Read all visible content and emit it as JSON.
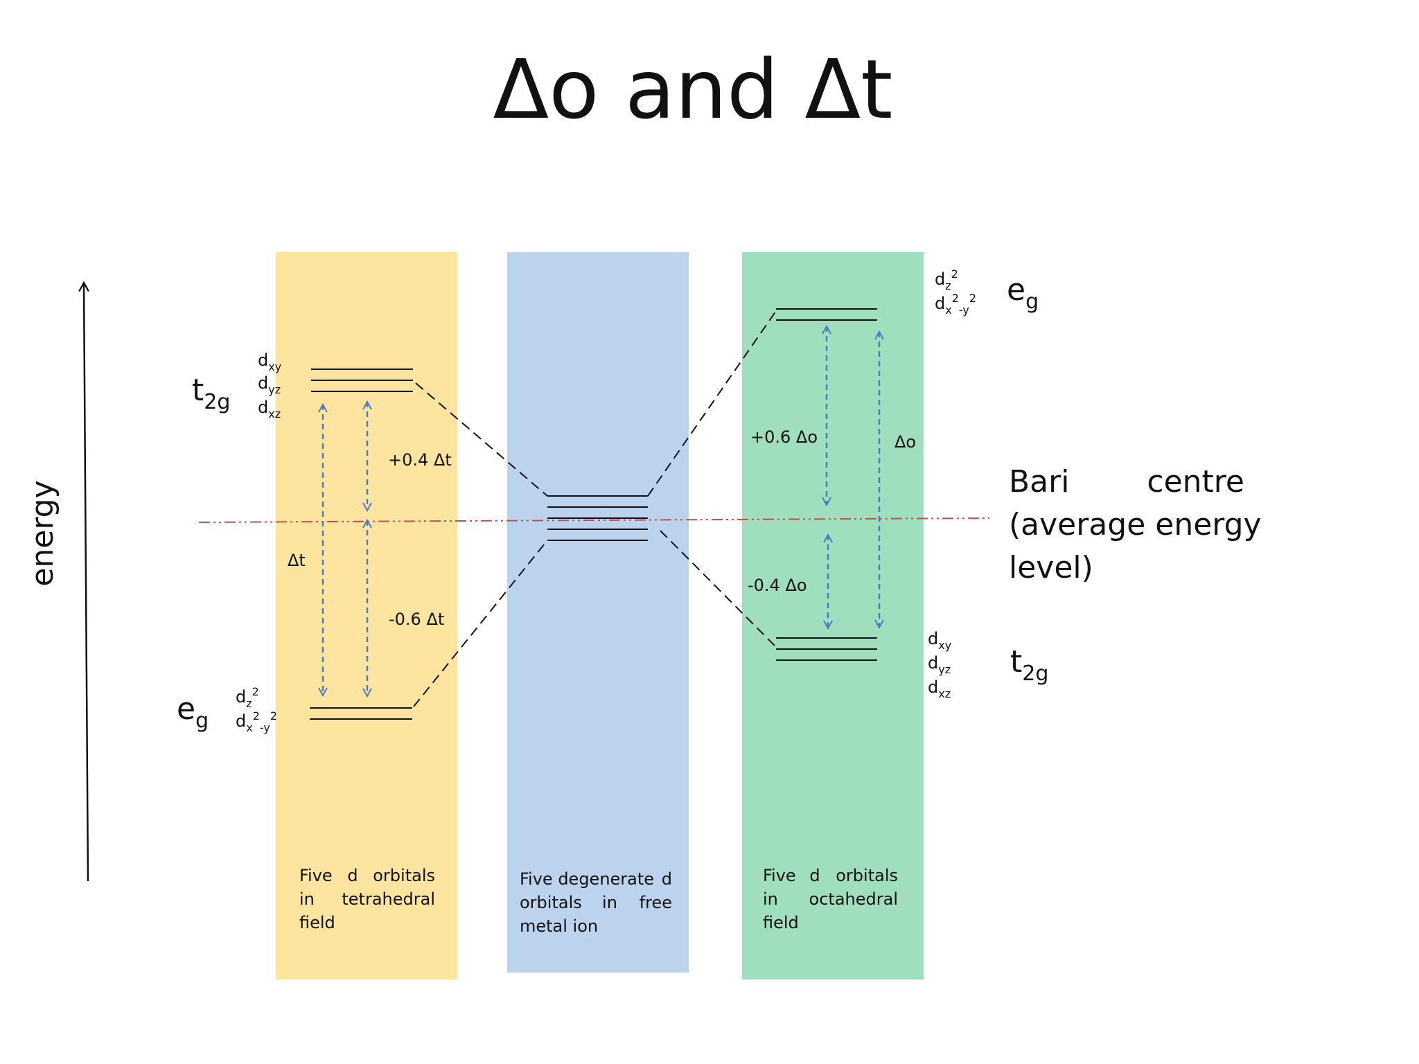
{
  "title": "Δo and Δt",
  "energy_axis_label": "energy",
  "barycentre_label": {
    "line1": "Bari",
    "line1b": "centre",
    "line2": "(average energy",
    "line3": "level)"
  },
  "colors": {
    "tetrahedral_panel": "#fde59f",
    "free_ion_panel": "#bcd3ee",
    "octahedral_panel": "#9fdfbd",
    "arrow": "#4a7cc3",
    "barycentre_line": "#c0504d",
    "level_line": "#111111"
  },
  "tetrahedral": {
    "upper_set": {
      "main": "t",
      "sub": "2g"
    },
    "upper_orbitals": [
      {
        "main": "d",
        "sub": "xy"
      },
      {
        "main": "d",
        "sub": "yz"
      },
      {
        "main": "d",
        "sub": "xz"
      }
    ],
    "lower_set": {
      "main": "e",
      "sub": "g"
    },
    "lower_orbital_1": {
      "main": "d",
      "sub": "z",
      "sup": "2"
    },
    "lower_orbital_2": {
      "main": "d",
      "sub_x": "x",
      "sup_2a": "2",
      "sub_y": "-y",
      "sup_2b": "2"
    },
    "upper_shift": "+0.4 Δt",
    "lower_shift": "-0.6 Δt",
    "splitting": "Δt",
    "caption_line1": [
      "Five",
      "d",
      "orbitals"
    ],
    "caption_line2": [
      "in",
      "tetrahedral"
    ],
    "caption_line3": "field"
  },
  "free_ion": {
    "caption_line1": [
      "Five degenerate",
      "d"
    ],
    "caption_line2": [
      "orbitals",
      "in",
      "free"
    ],
    "caption_line3": "metal ion"
  },
  "octahedral": {
    "upper_set": {
      "main": "e",
      "sub": "g"
    },
    "upper_orbital_1": {
      "main": "d",
      "sub": "z",
      "sup": "2"
    },
    "upper_orbital_2": {
      "main": "d",
      "sub_x": "x",
      "sup_2a": "2",
      "sub_y": "-y",
      "sup_2b": "2"
    },
    "lower_set": {
      "main": "t",
      "sub": "2g"
    },
    "lower_orbitals": [
      {
        "main": "d",
        "sub": "xy"
      },
      {
        "main": "d",
        "sub": "yz"
      },
      {
        "main": "d",
        "sub": "xz"
      }
    ],
    "upper_shift": "+0.6 Δo",
    "lower_shift": "-0.4 Δo",
    "splitting": "Δo",
    "caption_line1": [
      "Five",
      "d",
      "orbitals"
    ],
    "caption_line2": [
      "in",
      "octahedral"
    ],
    "caption_line3": "field"
  }
}
